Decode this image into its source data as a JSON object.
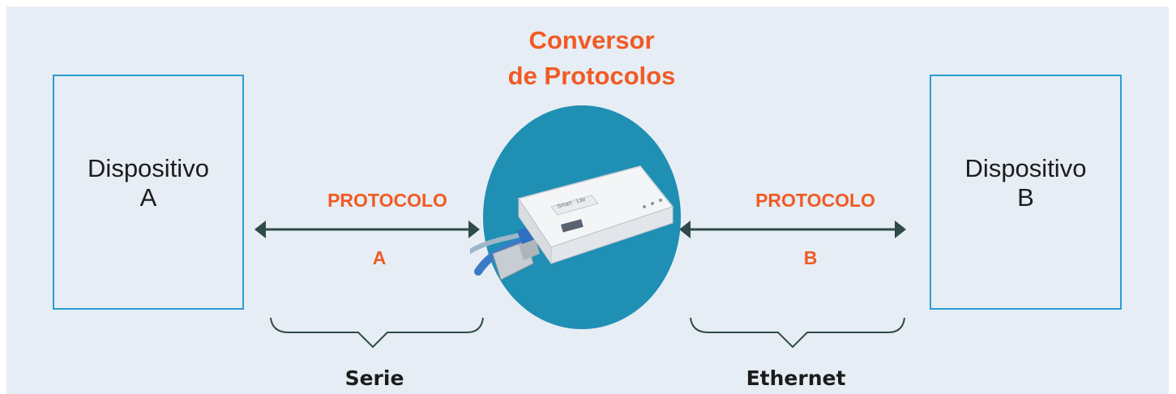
{
  "title": {
    "line1": "Conversor",
    "line2": "de Protocolos"
  },
  "device_a": {
    "line1": "Dispositivo",
    "line2": "A"
  },
  "device_b": {
    "line1": "Dispositivo",
    "line2": "B"
  },
  "link_a": {
    "protocol": "PROTOCOLO",
    "letter": "A",
    "medium": "Serie"
  },
  "link_b": {
    "protocol": "PROTOCOLO",
    "letter": "B",
    "medium": "Ethernet"
  },
  "colors": {
    "accent": "#f15a24",
    "box_border": "#2a9dd0",
    "oval": "#1f8fb4",
    "arrow": "#2f4a4a",
    "background": "#e6edf4"
  },
  "icons": {
    "converter": "protocol-converter-device-icon"
  }
}
